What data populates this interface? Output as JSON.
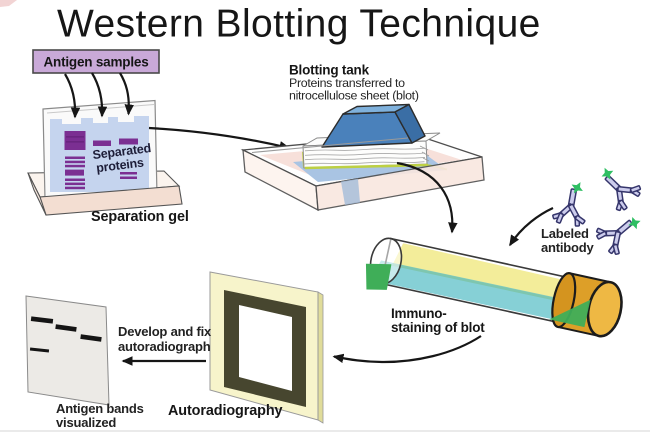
{
  "title": "Western Blotting Technique",
  "colors": {
    "ink": "#161616",
    "band-purple": "#7b2f92",
    "gel-blue": "#c5d4ee",
    "sample-label-bg": "#c9a9d8",
    "tray-top": "#fbf4ee",
    "tray-front": "#f3ded2",
    "tank-pink": "#f7e0da",
    "tank-wall": "#fdf3ee",
    "sheet-blue": "#a9c4e3",
    "membrane-green": "#bdd043",
    "block-blue-front": "#4a81bb",
    "block-blue-top": "#7fb1dc",
    "block-blue-side": "#3a6ea5",
    "paper-white": "#fdfdfc",
    "tube-yellow": "#f0e87e",
    "tube-yellow-edge": "#d8cf4e",
    "tube-teal": "#64c3ca",
    "blot-green": "#3fae58",
    "cap-orange": "#dd9f28",
    "cap-orange-face": "#eeb844",
    "cap-orange-rim": "#d4941f",
    "film-yellow": "#f7f4cb",
    "film-yellow-edge": "#e0dc9a",
    "frame-olive": "#47462f",
    "film-gray": "#eceae6",
    "antibody-fill": "#ccccec",
    "antibody-line": "#35356b",
    "label-green": "#2fbf63"
  },
  "labels": {
    "antigen_samples": "Antigen samples",
    "separated_proteins": [
      "Separated",
      "proteins"
    ],
    "separation_gel": "Separation gel",
    "blotting_tank": "Blotting tank",
    "blotting_tank_desc": [
      "Proteins transferred to",
      "nitrocellulose sheet (blot)"
    ],
    "labeled_antibody": [
      "Labeled",
      "antibody"
    ],
    "immunostaining": [
      "Immuno-",
      "staining of blot"
    ],
    "develop": [
      "Develop and fix",
      "autoradiograph"
    ],
    "autoradiography": "Autoradiography",
    "antigen_bands": [
      "Antigen bands",
      "visualized"
    ]
  }
}
